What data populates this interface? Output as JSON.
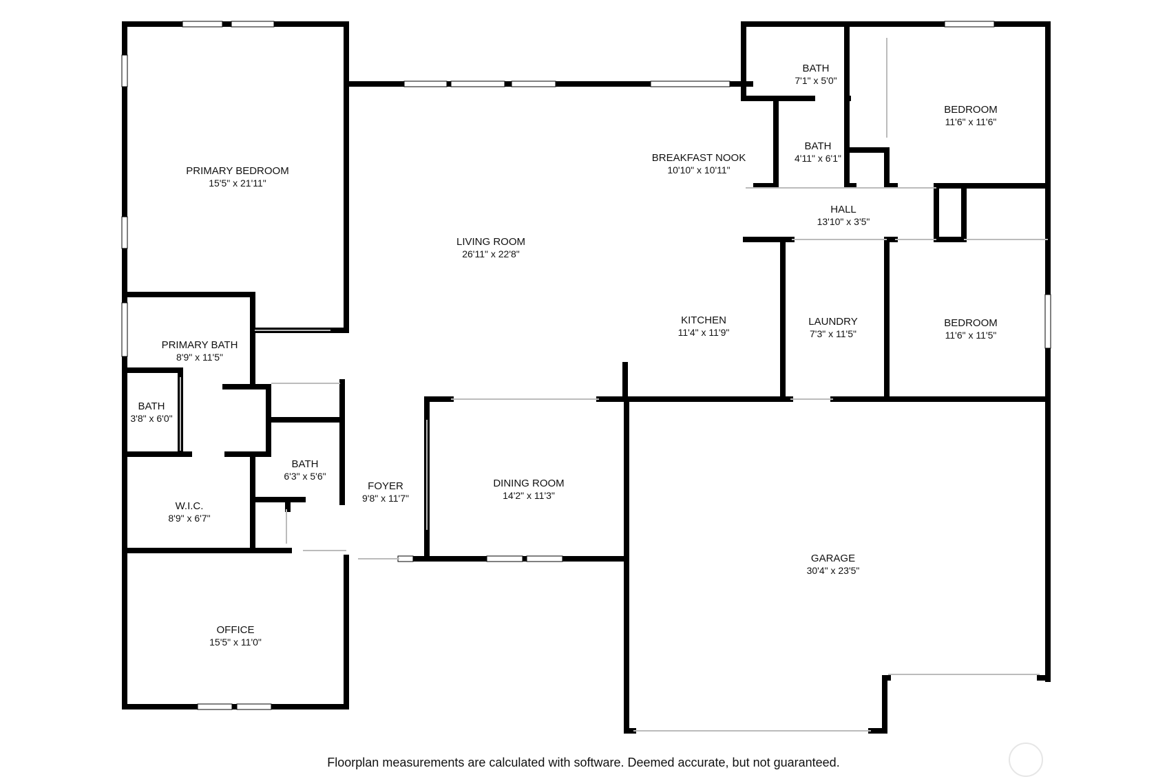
{
  "rooms": {
    "primary_bedroom": {
      "name": "PRIMARY BEDROOM",
      "dim": "15'5\" x 21'11\""
    },
    "living_room": {
      "name": "LIVING ROOM",
      "dim": "26'11\" x 22'8\""
    },
    "breakfast_nook": {
      "name": "BREAKFAST NOOK",
      "dim": "10'10\" x 10'11\""
    },
    "bath_top": {
      "name": "BATH",
      "dim": "7'1\" x 5'0\""
    },
    "bath_mid": {
      "name": "BATH",
      "dim": "4'11\" x 6'1\""
    },
    "bedroom_top": {
      "name": "BEDROOM",
      "dim": "11'6\" x 11'6\""
    },
    "hall": {
      "name": "HALL",
      "dim": "13'10\" x 3'5\""
    },
    "primary_bath": {
      "name": "PRIMARY BATH",
      "dim": "8'9\" x 11'5\""
    },
    "bath_small": {
      "name": "BATH",
      "dim": "3'8\" x 6'0\""
    },
    "kitchen": {
      "name": "KITCHEN",
      "dim": "11'4\" x 11'9\""
    },
    "laundry": {
      "name": "LAUNDRY",
      "dim": "7'3\" x 11'5\""
    },
    "bedroom_right": {
      "name": "BEDROOM",
      "dim": "11'6\" x 11'5\""
    },
    "bath_foyer": {
      "name": "BATH",
      "dim": "6'3\" x 5'6\""
    },
    "foyer": {
      "name": "FOYER",
      "dim": "9'8\" x 11'7\""
    },
    "dining_room": {
      "name": "DINING ROOM",
      "dim": "14'2\" x 11'3\""
    },
    "wic": {
      "name": "W.I.C.",
      "dim": "8'9\" x 6'7\""
    },
    "garage": {
      "name": "GARAGE",
      "dim": "30'4\" x 23'5\""
    },
    "office": {
      "name": "OFFICE",
      "dim": "15'5\" x 11'0\""
    }
  },
  "disclaimer": "Floorplan measurements are calculated with software. Deemed accurate, but not guaranteed."
}
